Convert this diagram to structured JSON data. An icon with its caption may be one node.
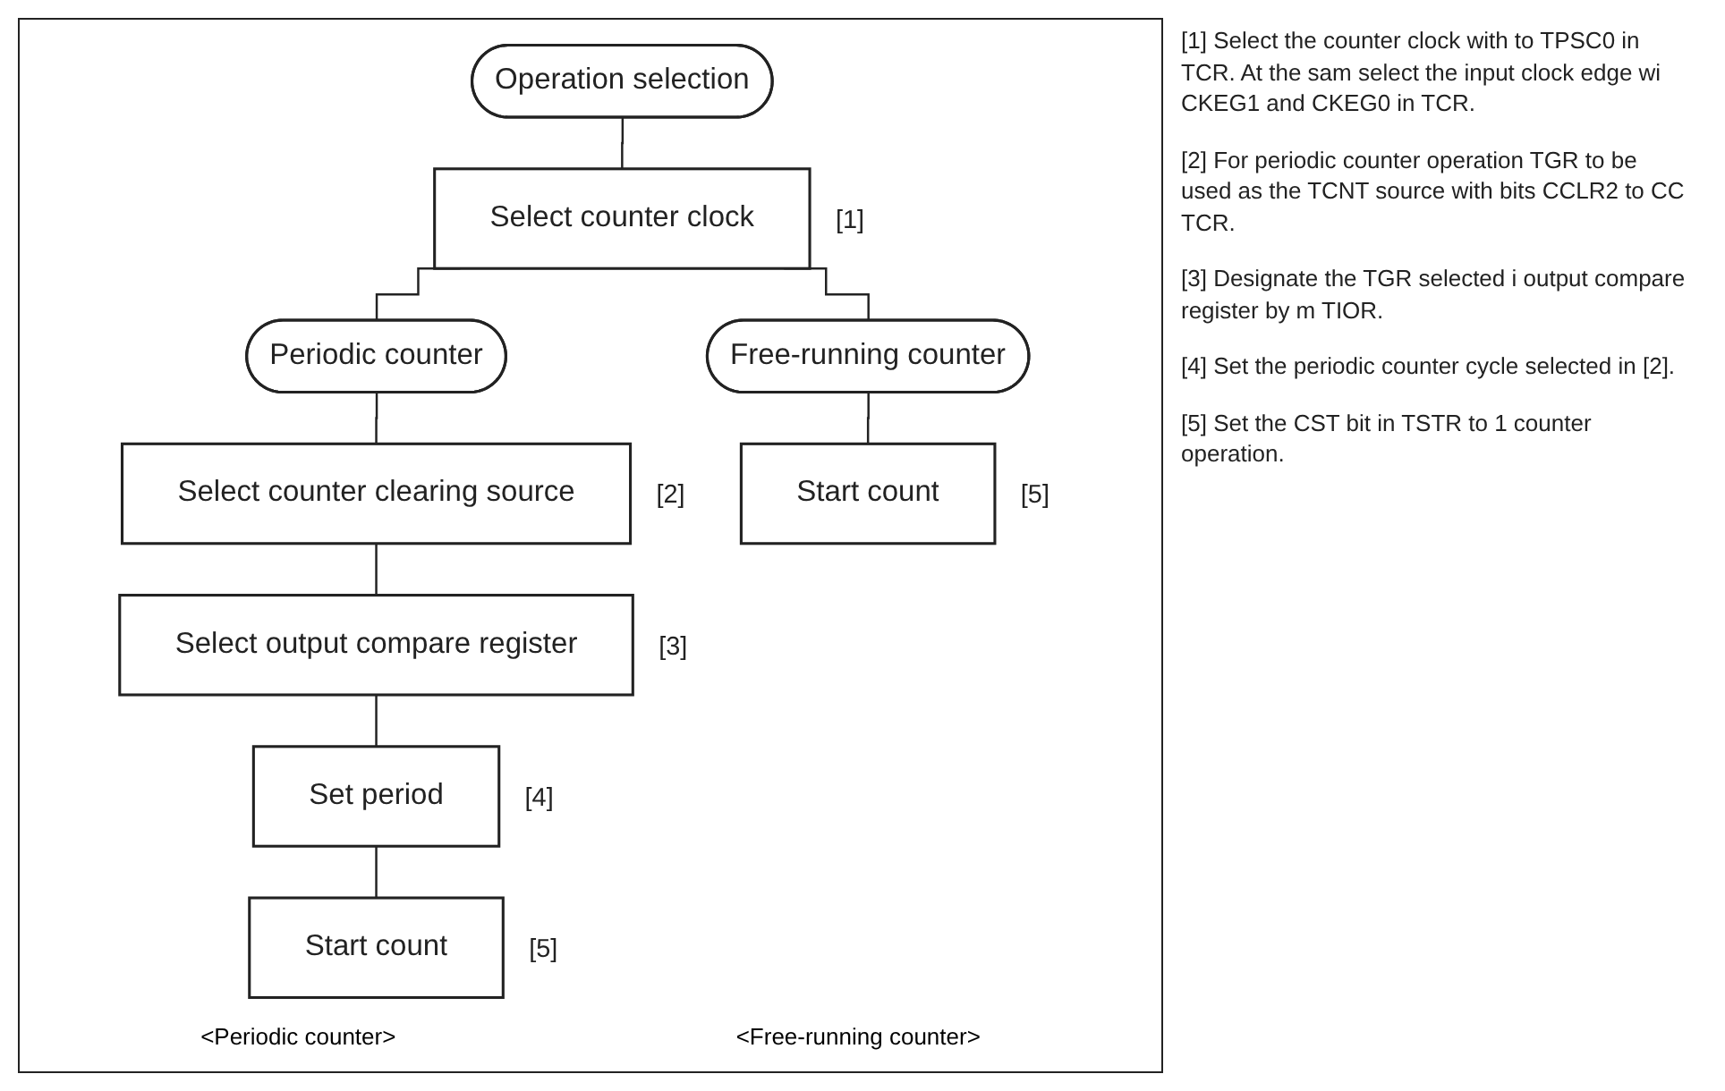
{
  "diagram": {
    "nodes": [
      {
        "text": [
          "Operation selection"
        ]
      },
      {
        "text": [
          "Select counter clock"
        ],
        "beside": [
          "[1]"
        ]
      },
      {
        "text": [
          "Periodic counter"
        ]
      },
      {
        "text": [
          "Free-running counter"
        ]
      },
      {
        "text": [
          "Select counter clearing source"
        ],
        "beside": [
          "[2]"
        ]
      },
      {
        "text": [
          "Select output compare register"
        ],
        "beside": [
          "[3]"
        ]
      },
      {
        "text": [
          "Set period"
        ],
        "beside": [
          "[4]"
        ]
      },
      {
        "text": [
          "Start count"
        ],
        "beside": [
          "[5]"
        ]
      },
      {
        "text": [
          "Start count"
        ],
        "beside": [
          "[5]"
        ]
      }
    ],
    "edges": [
      {
        "from": 0,
        "to": 1,
        "arrow": "none"
      },
      {
        "from": 1,
        "to": 2,
        "arrow": "none"
      },
      {
        "from": 1,
        "to": 3,
        "arrow": "none"
      },
      {
        "from": 2,
        "to": 4,
        "arrow": "none"
      },
      {
        "from": 4,
        "to": 5,
        "arrow": "none"
      },
      {
        "from": 5,
        "to": 6,
        "arrow": "none"
      },
      {
        "from": 6,
        "to": 7,
        "arrow": "none"
      },
      {
        "from": 3,
        "to": 8,
        "arrow": "none"
      }
    ],
    "labels": [
      "<Periodic counter>",
      "<Free-running counter>",
      "[1] Select the counter clock with to TPSC0 in TCR. At the sam select the input clock edge wi CKEG1 and CKEG0 in TCR.",
      "[2] For periodic counter operation TGR to be used as the TCNT source with bits CCLR2 to CC TCR.",
      "[3] Designate the TGR selected i output compare register by m TIOR.",
      "[4] Set the periodic counter cycle selected in [2].",
      "[5] Set the CST bit in TSTR to 1 counter operation."
    ]
  }
}
